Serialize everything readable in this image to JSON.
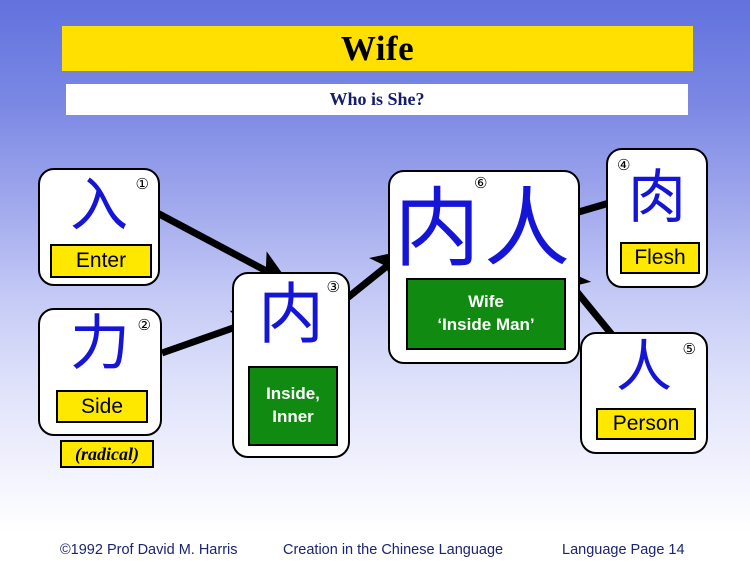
{
  "slide": {
    "title": "Wife",
    "subtitle": "Who is She?",
    "colors": {
      "background_top": "#6272DE",
      "background_bottom": "#FFFFFF",
      "title_bar": "#FFE000",
      "character_blue": "#1515D8",
      "label_yellow": "#FFE800",
      "label_green": "#118A11",
      "text_navy": "#141C6E"
    }
  },
  "cards": [
    {
      "id": "enter",
      "character": "入",
      "marker": "①",
      "marker_position": "top-right",
      "label": "Enter",
      "label_style": "yellow"
    },
    {
      "id": "side",
      "character": "力",
      "marker": "②",
      "marker_position": "top-right",
      "label": "Side",
      "label_style": "yellow",
      "note": "(radical)"
    },
    {
      "id": "inner",
      "character": "内",
      "marker": "③",
      "marker_position": "top-right",
      "label_line1": "Inside,",
      "label_line2": "Inner",
      "label_style": "green"
    },
    {
      "id": "wife",
      "character": "内人",
      "marker": "⑥",
      "marker_position": "top-center",
      "label_line1": "Wife",
      "label_line2": "‘Inside Man’",
      "label_style": "green"
    },
    {
      "id": "flesh",
      "character": "肉",
      "marker": "④",
      "marker_position": "top-left",
      "label": "Flesh",
      "label_style": "yellow"
    },
    {
      "id": "person",
      "character": "人",
      "marker": "⑤",
      "marker_position": "top-right",
      "label": "Person",
      "label_style": "yellow"
    }
  ],
  "arrows": [
    {
      "id": "enter-to-inner",
      "from": "enter",
      "to": "inner"
    },
    {
      "id": "side-to-inner",
      "from": "side",
      "to": "inner"
    },
    {
      "id": "inner-to-wife",
      "from": "inner",
      "to": "wife"
    },
    {
      "id": "flesh-to-wife",
      "from": "flesh",
      "to": "wife"
    },
    {
      "id": "person-to-wife",
      "from": "person",
      "to": "wife"
    }
  ],
  "footer": {
    "copyright": "©1992 Prof David M. Harris",
    "center": "Creation in the Chinese Language",
    "page": "Language Page  14"
  }
}
